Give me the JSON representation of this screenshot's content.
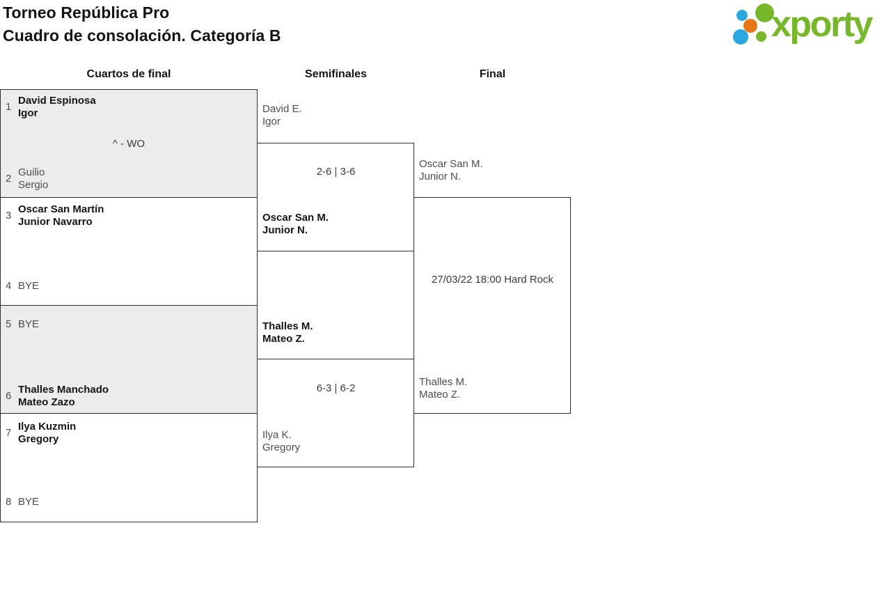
{
  "page": {
    "title_line1": "Torneo República Pro",
    "title_line2": "Cuadro de consolación. Categoría B"
  },
  "logo": {
    "text": "xporty",
    "colors": {
      "green": "#76b82a",
      "blue": "#29a9e0",
      "orange": "#e87817"
    }
  },
  "round_headers": {
    "quarterfinals": "Cuartos de final",
    "semifinals": "Semifinales",
    "final": "Final"
  },
  "bracket": {
    "quarterfinals": [
      {
        "note": "^ - WO",
        "top": {
          "seed": "1",
          "line1": "David Espinosa",
          "line2": "Igor",
          "winner": true
        },
        "bottom": {
          "seed": "2",
          "line1": "Guilio",
          "line2": "Sergio",
          "winner": false
        }
      },
      {
        "top": {
          "seed": "3",
          "line1": "Oscar San Martín",
          "line2": "Junior Navarro",
          "winner": true
        },
        "bottom": {
          "seed": "4",
          "line1": "BYE",
          "winner": false
        }
      },
      {
        "top": {
          "seed": "5",
          "line1": "BYE",
          "winner": false
        },
        "bottom": {
          "seed": "6",
          "line1": "Thalles Manchado",
          "line2": "Mateo Zazo",
          "winner": true
        }
      },
      {
        "top": {
          "seed": "7",
          "line1": "Ilya Kuzmin",
          "line2": "Gregory",
          "winner": true
        },
        "bottom": {
          "seed": "8",
          "line1": "BYE",
          "winner": false
        }
      }
    ],
    "semifinals": [
      {
        "score": "2-6 | 3-6",
        "top": {
          "line1": "David E.",
          "line2": "Igor",
          "winner": false
        },
        "bottom": {
          "line1": "Oscar San M.",
          "line2": "Junior N.",
          "winner": true
        }
      },
      {
        "score": "6-3 | 6-2",
        "top": {
          "line1": "Thalles M.",
          "line2": "Mateo Z.",
          "winner": true
        },
        "bottom": {
          "line1": "Ilya K.",
          "line2": "Gregory",
          "winner": false
        }
      }
    ],
    "final": {
      "schedule": "27/03/22 18:00 Hard Rock",
      "top": {
        "line1": "Oscar San M.",
        "line2": "Junior N.",
        "winner": false
      },
      "bottom": {
        "line1": "Thalles M.",
        "line2": "Mateo Z.",
        "winner": false
      }
    }
  }
}
